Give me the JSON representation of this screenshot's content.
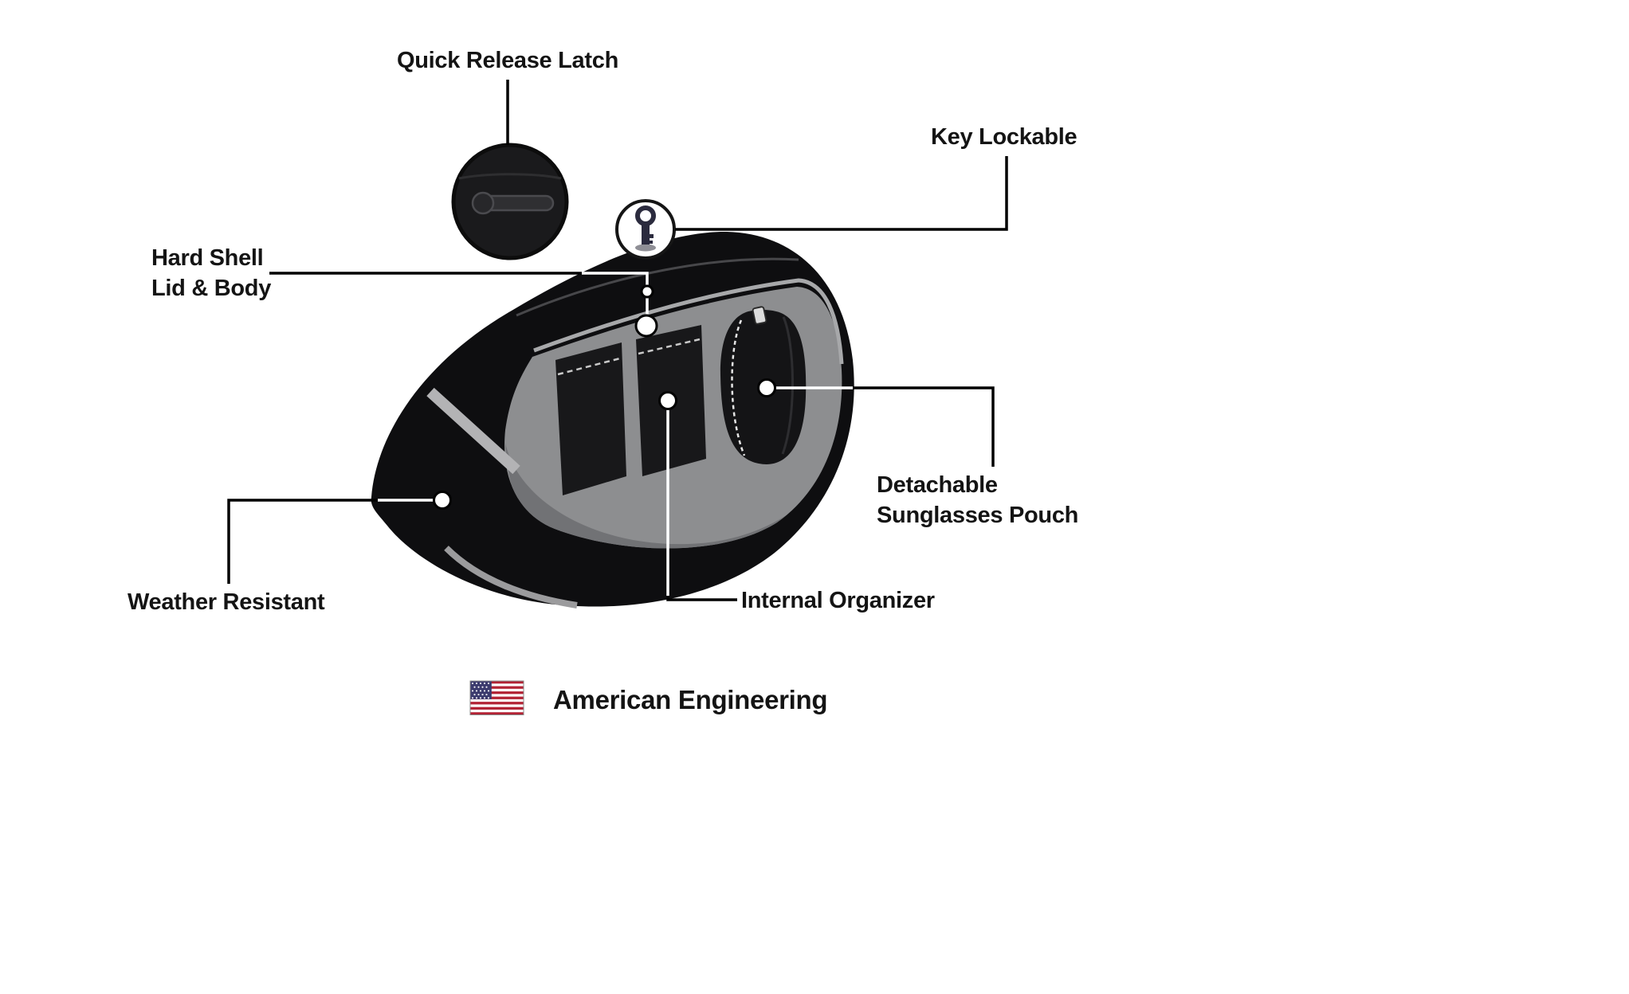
{
  "callouts": {
    "quick_release_latch": {
      "label": "Quick Release Latch"
    },
    "key_lockable": {
      "label": "Key Lockable"
    },
    "hard_shell": {
      "line1": "Hard Shell",
      "line2": "Lid & Body"
    },
    "weather_resistant": {
      "label": "Weather Resistant"
    },
    "internal_organizer": {
      "label": "Internal Organizer"
    },
    "detachable_sunglasses_pouch": {
      "line1": "Detachable",
      "line2": "Sunglasses Pouch"
    }
  },
  "footer": {
    "label": "American Engineering"
  },
  "icons": {
    "latch_detail": "quick-release-latch-detail-icon",
    "key": "key-icon",
    "flag": "us-flag-icon",
    "zipper_pull": "zipper-pull-icon"
  },
  "colors": {
    "background": "#ffffff",
    "text": "#141414",
    "callout_line": "#000000",
    "bag_shell": "#0e0e10",
    "interior_gray": "#8d8e90",
    "interior_shadow": "#717275",
    "pocket_black": "#18181a",
    "accent_gray": "#b3b3b5",
    "flag_red": "#b22234",
    "flag_blue": "#3c3b6e"
  }
}
